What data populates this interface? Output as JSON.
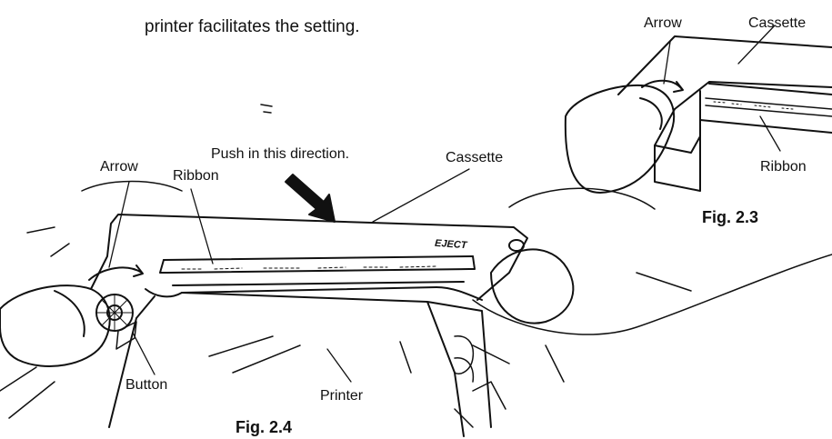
{
  "intro_text": "printer facilitates the setting.",
  "fig23": {
    "caption": "Fig. 2.3",
    "labels": {
      "arrow": "Arrow",
      "cassette": "Cassette",
      "ribbon": "Ribbon"
    }
  },
  "fig24": {
    "caption": "Fig. 2.4",
    "labels": {
      "push": "Push in this direction.",
      "arrow": "Arrow",
      "ribbon": "Ribbon",
      "cassette": "Cassette",
      "button": "Button",
      "printer": "Printer",
      "eject": "EJECT"
    }
  }
}
